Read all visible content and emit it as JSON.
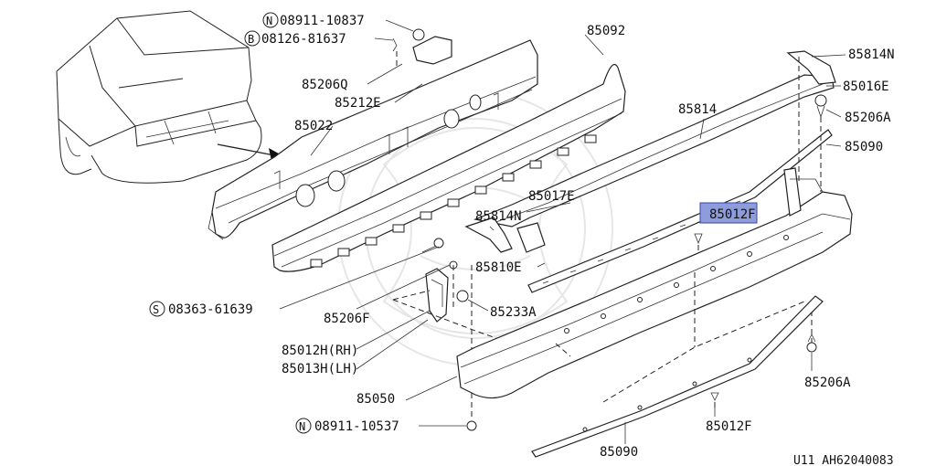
{
  "labels": {
    "n_08911_10837": "08911-10837",
    "b_08126_81637": "08126-81637",
    "p85206Q": "85206Q",
    "p85212E": "85212E",
    "p85022": "85022",
    "p85092": "85092",
    "p85814N_top": "85814N",
    "p85016E": "85016E",
    "p85814": "85814",
    "p85206A_top": "85206A",
    "p85090_top": "85090",
    "p85017E": "85017E",
    "p85012F_hl": "85012F",
    "p85814N_mid": "85814N",
    "p85810E": "85810E",
    "s_08363_61639": "08363-61639",
    "p85206F": "85206F",
    "p85233A": "85233A",
    "p85012H": "85012H(RH)",
    "p85013H": "85013H(LH)",
    "p85050": "85050",
    "n_08911_10537": "08911-10537",
    "p85206A_bot": "85206A",
    "p85012F_bot": "85012F",
    "p85090_bot": "85090",
    "footer_code": "U11  AH62040083"
  },
  "prefix_marks": {
    "n1": "N",
    "b1": "B",
    "s1": "S",
    "n2": "N"
  },
  "colors": {
    "highlight": "#8f9cdc",
    "line": "#222222"
  }
}
